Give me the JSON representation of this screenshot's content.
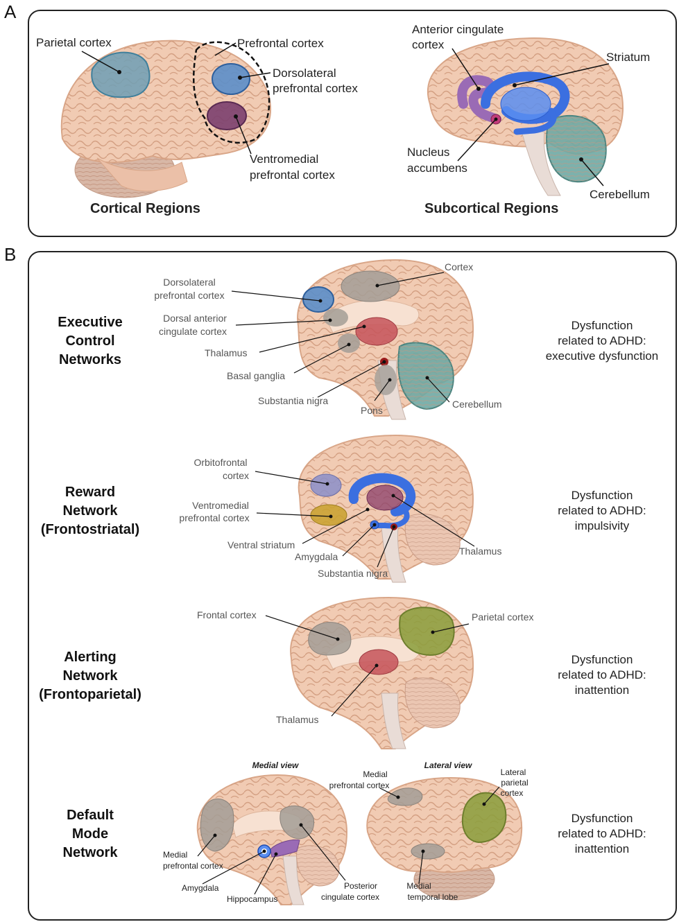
{
  "panel_a": {
    "letter": "A",
    "cortical_title": "Cortical Regions",
    "subcortical_title": "Subcortical Regions",
    "labels": {
      "parietal": "Parietal cortex",
      "prefrontal": "Prefrontal cortex",
      "dlpfc_1": "Dorsolateral",
      "dlpfc_2": "prefrontal cortex",
      "vmpfc_1": "Ventromedial",
      "vmpfc_2": "prefrontal cortex",
      "acc_1": "Anterior cingulate",
      "acc_2": "cortex",
      "striatum": "Striatum",
      "nacc_1": "Nucleus",
      "nacc_2": "accumbens",
      "cerebellum": "Cerebellum"
    }
  },
  "panel_b": {
    "letter": "B",
    "networks": [
      {
        "name_lines": [
          "Executive",
          "Control",
          "Networks"
        ],
        "dysfunction": [
          "Dysfunction",
          "related to ADHD:",
          "executive dysfunction"
        ],
        "labels": {
          "dlpfc_1": "Dorsolateral",
          "dlpfc_2": "prefrontal cortex",
          "dacc_1": "Dorsal anterior",
          "dacc_2": "cingulate cortex",
          "thalamus": "Thalamus",
          "basal": "Basal ganglia",
          "sn": "Substantia nigra",
          "pons": "Pons",
          "cortex": "Cortex",
          "cerebellum": "Cerebellum"
        }
      },
      {
        "name_lines": [
          "Reward",
          "Network",
          "(Frontostriatal)"
        ],
        "dysfunction": [
          "Dysfunction",
          "related to ADHD:",
          "impulsivity"
        ],
        "labels": {
          "ofc_1": "Orbitofrontal",
          "ofc_2": "cortex",
          "vmpfc_1": "Ventromedial",
          "vmpfc_2": "prefrontal cortex",
          "vstr": "Ventral striatum",
          "amyg": "Amygdala",
          "sn": "Substantia nigra",
          "thalamus": "Thalamus"
        }
      },
      {
        "name_lines": [
          "Alerting",
          "Network",
          "(Frontoparietal)"
        ],
        "dysfunction": [
          "Dysfunction",
          "related to ADHD:",
          "inattention"
        ],
        "labels": {
          "frontal": "Frontal cortex",
          "parietal": "Parietal cortex",
          "thalamus": "Thalamus"
        }
      },
      {
        "name_lines": [
          "Default",
          "Mode",
          "Network"
        ],
        "dysfunction": [
          "Dysfunction",
          "related to ADHD:",
          "inattention"
        ],
        "labels": {
          "medial_view": "Medial view",
          "lateral_view": "Lateral view",
          "mpfc_a1": "Medial",
          "mpfc_a2": "prefrontal cortex",
          "amyg": "Amygdala",
          "hippo": "Hippocampus",
          "pcc_1": "Posterior",
          "pcc_2": "cingulate cortex",
          "mpfc_b1": "Medial",
          "mpfc_b2": "prefrontal cortex",
          "lpc_1": "Lateral",
          "lpc_2": "parietal",
          "lpc_3": "cortex",
          "mtl_1": "Medial",
          "mtl_2": "temporal lobe"
        }
      }
    ]
  },
  "colors": {
    "brain": "#f1cbb3",
    "brain_stroke": "#d9a688",
    "parietal_a": "#6f9fb5",
    "dlpfc": "#5b8ec9",
    "vmpfc_a": "#7b3f6e",
    "striatum": "#3b6fe0",
    "acc": "#9a6bb5",
    "cerebellum": "#6fa8a3",
    "grey_region": "#a39d97",
    "thalamus": "#c6545a",
    "olive": "#8a9d3b",
    "gold": "#c9a12d",
    "lavender": "#8b8fc9"
  }
}
